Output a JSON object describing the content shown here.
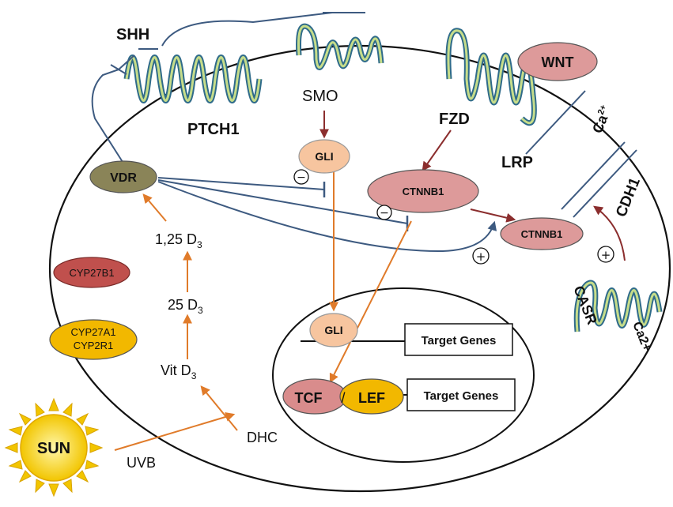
{
  "labels": {
    "shh": "SHH",
    "ptch1": "PTCH1",
    "smo": "SMO",
    "fzd": "FZD",
    "wnt": "WNT",
    "lrp": "LRP",
    "ca2_top_base": "Ca",
    "ca2_top_sup": "2+",
    "cdh1": "CDH1",
    "casr": "CASR",
    "ca2_right": "Ca2+",
    "vdr": "VDR",
    "gli_cyto": "GLI",
    "ctnnb1_cyto": "CTNNB1",
    "ctnnb1_membrane": "CTNNB1",
    "d125_base": "1,25 D",
    "d125_sub": "3",
    "cyp27b1": "CYP27B1",
    "d25_base": "25 D",
    "d25_sub": "3",
    "cyp27a1": "CYP27A1",
    "cyp2r1": "CYP2R1",
    "vitd_base": "Vit D",
    "vitd_sub": "3",
    "dhc": "DHC",
    "sun": "SUN",
    "uvb": "UVB",
    "gli_nuc": "GLI",
    "target_genes_1": "Target Genes",
    "tcf": "TCF",
    "slash": "/",
    "lef": "LEF",
    "target_genes_2": "Target Genes",
    "minus": "−",
    "plus": "+"
  },
  "colors": {
    "receptor_blue": "#6fa8dc",
    "receptor_dark": "#2f6b8a",
    "receptor_green": "#c6dd8a",
    "inhibit_line": "#3d5a80",
    "orange_arrow": "#e07b2a",
    "red_arrow": "#8b2e2e",
    "vdr_fill": "#8a8458",
    "gli_fill": "#f7c59f",
    "ctnnb1_fill": "#dd9a9a",
    "wnt_fill": "#dd9a9a",
    "cyp27b1_fill": "#c0504d",
    "cyp_yellow": "#f2b800",
    "tcf_fill": "#d98c8c",
    "lef_fill": "#f2b800",
    "sun_fill": "#f6e24a"
  }
}
